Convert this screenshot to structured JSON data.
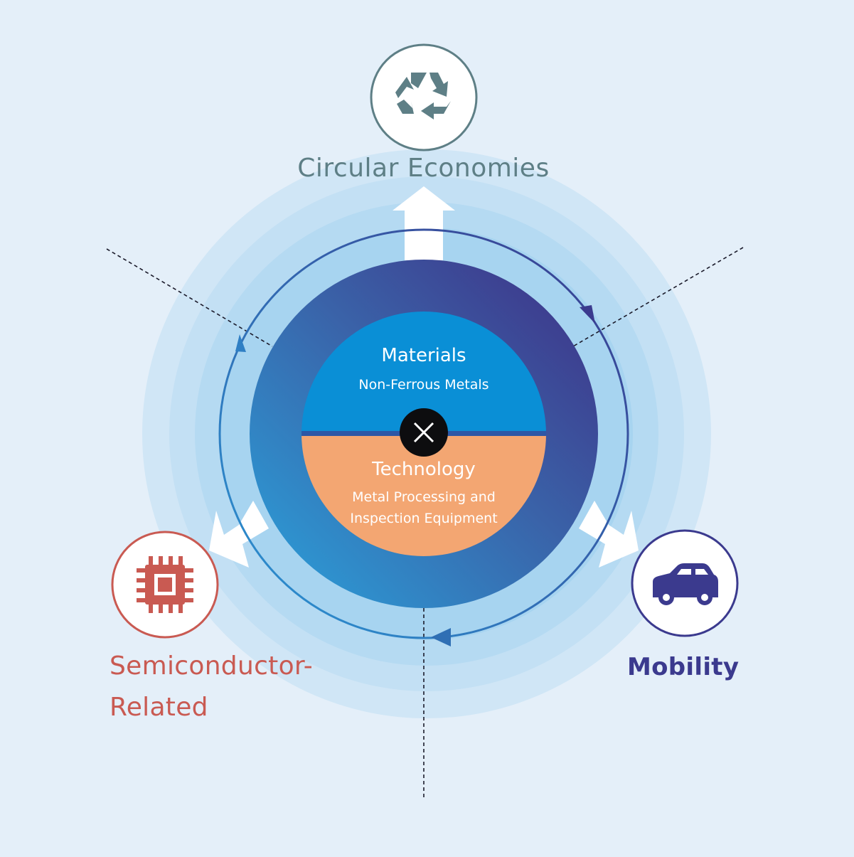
{
  "categories": {
    "circular": {
      "label": "Circular Economies",
      "icon": "recycle-icon",
      "color": "#5e7f86"
    },
    "semiconductor": {
      "label_line1": "Semiconductor-",
      "label_line2": "Related",
      "icon": "chip-icon",
      "color": "#c95a52"
    },
    "mobility": {
      "label": "Mobility",
      "icon": "car-icon",
      "color": "#3b3a8e"
    }
  },
  "center": {
    "materials": {
      "title": "Materials",
      "subtitle": "Non-Ferrous Metals",
      "color": "#0a8fd6"
    },
    "technology": {
      "title": "Technology",
      "subtitle_line1": "Metal Processing and",
      "subtitle_line2": "Inspection Equipment",
      "color": "#f3a672"
    },
    "operator": "×"
  },
  "colors": {
    "background": "#e4eff9",
    "ring_gradient_start": "#2f9bd8",
    "ring_gradient_end": "#3d3a8c"
  }
}
